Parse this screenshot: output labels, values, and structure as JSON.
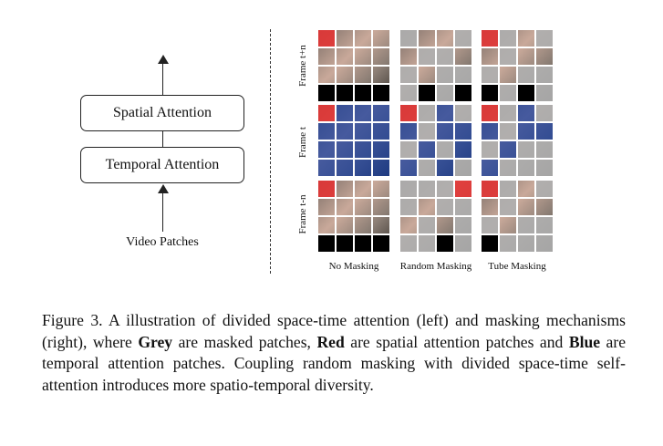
{
  "diagram": {
    "boxes": {
      "spatial": "Spatial Attention",
      "temporal": "Temporal Attention"
    },
    "input_label": "Video Patches",
    "frame_labels": {
      "top": "Frame t+n",
      "middle": "Frame t",
      "bottom": "Frame t-n"
    },
    "column_labels": {
      "none": "No Masking",
      "random": "Random Masking",
      "tube": "Tube Masking"
    },
    "colors": {
      "masked": "#afafaf",
      "spatial": "#e23434",
      "temporal": "#143ca0"
    }
  },
  "caption": {
    "lead": "Figure 3.  A illustration of divided space-time attention (left) and masking mechanisms (right), where ",
    "grey": "Grey",
    "after_grey": " are masked patches, ",
    "red": "Red",
    "after_red": " are spatial attention patches and ",
    "blue": "Blue",
    "after_blue": " are temporal attention patches. Coupling random masking with divided space-time self-attention introduces more spatio-temporal diversity."
  }
}
